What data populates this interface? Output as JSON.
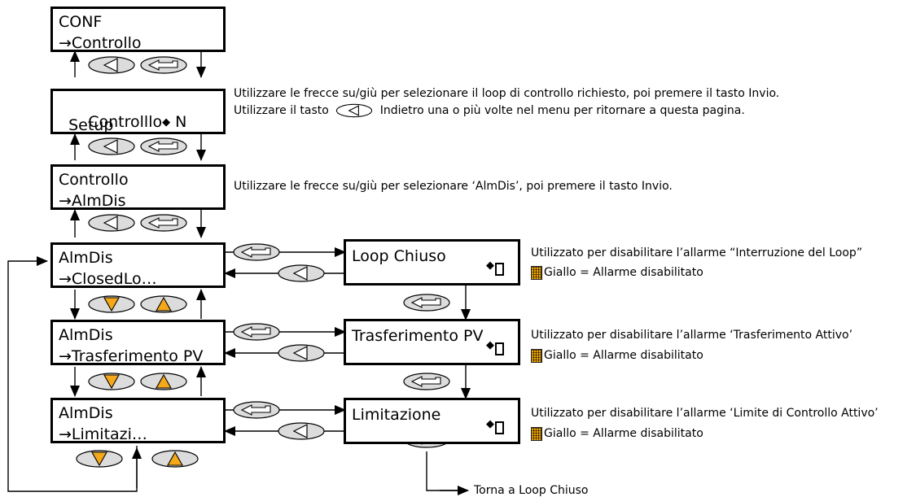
{
  "colors": {
    "button_fill": "#dcdcdc",
    "arrow_yellow": "#f5a81a",
    "line": "#000000"
  },
  "screens": {
    "conf": {
      "line1": "CONF",
      "line2": "→Controllo"
    },
    "ctrl_setup": {
      "line1": "Controlllo",
      "line1_suffix": "N",
      "line2": "  Setup"
    },
    "ctrl_alm": {
      "line1": "Controllo",
      "line2": "→AlmDis"
    },
    "alm_closed": {
      "line1": "AlmDis",
      "line2": "→ClosedLo…"
    },
    "alm_trans": {
      "line1": "AlmDis",
      "line2": "→Trasferimento PV"
    },
    "alm_limit": {
      "line1": "AlmDis",
      "line2": "→Limitazi…"
    },
    "loop_chiuso": {
      "title": "Loop Chiuso"
    },
    "trasferimento": {
      "title": "Trasferimento PV"
    },
    "limitazione": {
      "title": "Limitazione"
    }
  },
  "notes": {
    "setup_line1": "Utilizzare le frecce su/giù per selezionare il loop di controllo richiesto, poi premere il tasto Invio.",
    "setup_line2_a": "Utilizzare il tasto",
    "setup_line2_b": "Indietro una o più volte nel menu per ritornare a questa pagina.",
    "almdis": "Utilizzare le frecce su/giù per selezionare ‘AlmDis’, poi premere il tasto Invio.",
    "loop_desc": "Utilizzato per disabilitare l’allarme “Interruzione del Loop”",
    "trans_desc": "Utilizzato per disabilitare l’allarme ‘Trasferimento Attivo’",
    "limit_desc": "Utilizzato per disabilitare l’allarme ‘Limite di Controllo Attivo’",
    "legend": "Giallo = Allarme disabilitato",
    "return": "Torna a Loop Chiuso"
  },
  "icons": {
    "back": "back-key-icon",
    "enter": "enter-key-icon",
    "down": "down-arrow-key-icon",
    "up": "up-arrow-key-icon",
    "updown": "up-down-indicator-icon",
    "cell": "alarm-cell-icon"
  }
}
